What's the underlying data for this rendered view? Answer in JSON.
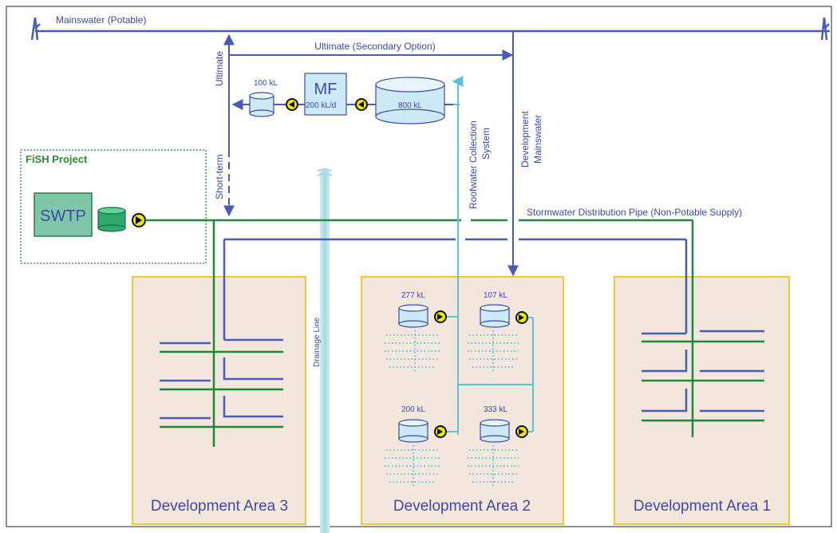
{
  "colors": {
    "mains": "#4a5cb8",
    "storm": "#1e8b3a",
    "roof": "#5bc4d4",
    "drain": "#b8dfe8",
    "area_fill": "#f3e6dc",
    "area_border": "#f2c832",
    "fish_border": "#3aa64a",
    "swtp_fill": "#7fc7a8",
    "tank_fill": "#cde9f5",
    "pump_yellow": "#f2e600",
    "text_blue": "#3b4aa6",
    "fish_text": "#2e8b2e"
  },
  "labels": {
    "mainswater": "Mainswater (Potable)",
    "ultimate_secondary": "Ultimate (Secondary Option)",
    "ultimate": "Ultimate",
    "short_term": "Short-term",
    "tank_100": "100 kL",
    "mf": "MF",
    "mf_rate": "200 kL/d",
    "tank_800": "800 kL",
    "roofwater": "Roofwater Collection",
    "roofwater_system": "System",
    "development": "Development",
    "dev_mainswater": "Mainswater",
    "fish_project": "FiSH Project",
    "swtp": "SWTP",
    "stormwater_pipe": "Stormwater Distribution Pipe (Non-Potable Supply)",
    "drainage_line": "Drainage Line",
    "tank_277": "277 kL",
    "tank_107": "107 kL",
    "tank_200": "200 kL",
    "tank_333": "333 kL"
  },
  "areas": [
    {
      "label": "Development Area 3"
    },
    {
      "label": "Development Area 2"
    },
    {
      "label": "Development Area 1"
    }
  ]
}
